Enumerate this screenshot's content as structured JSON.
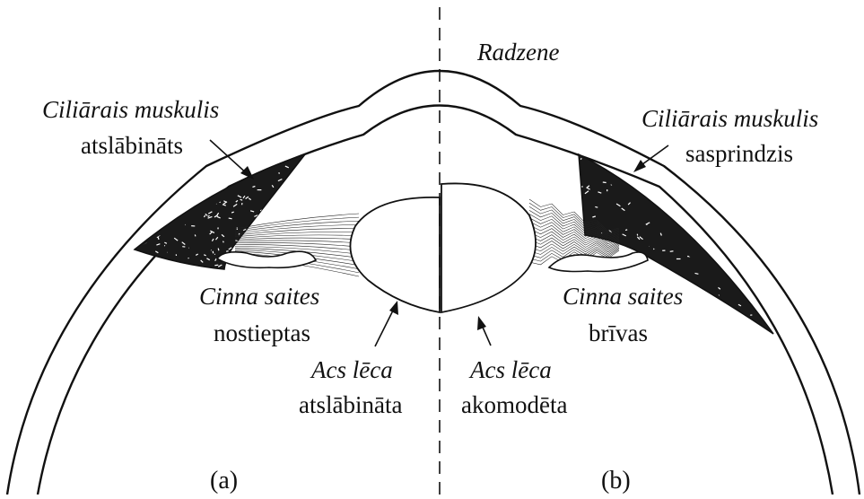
{
  "labels": {
    "cornea": "Radzene",
    "left_muscle_title": "Ciliārais muskulis",
    "left_muscle_state": "atslābināts",
    "right_muscle_title": "Ciliārais muskulis",
    "right_muscle_state": "sasprindzis",
    "left_zonule_title": "Cinna saites",
    "left_zonule_state": "nostieptas",
    "right_zonule_title": "Cinna saites",
    "right_zonule_state": "brīvas",
    "left_lens_title": "Acs lēca",
    "left_lens_state": "atslābināta",
    "right_lens_title": "Acs lēca",
    "right_lens_state": "akomodēta",
    "panel_a": "(a)",
    "panel_b": "(b)"
  },
  "colors": {
    "ink": "#111111",
    "background": "#ffffff"
  }
}
